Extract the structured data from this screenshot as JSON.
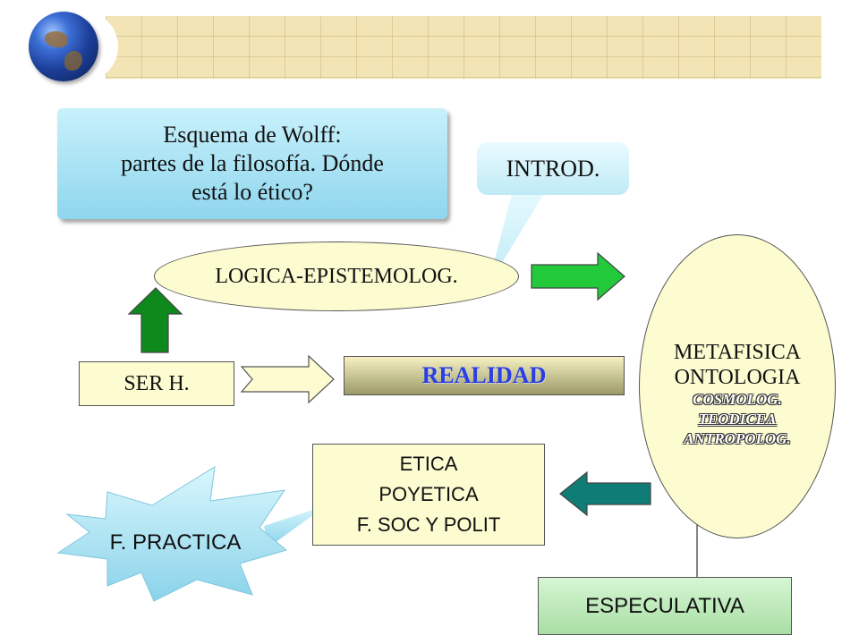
{
  "title": [
    "Esquema de Wolff:",
    "partes de la filosofía. Dónde",
    "está lo ético?"
  ],
  "introd": "INTROD.",
  "logica": "LOGICA-EPISTEMOLOG.",
  "metafisica": {
    "lines": [
      "METAFISICA",
      "ONTOLOGIA"
    ],
    "subs": [
      "COSMOLOG.",
      "TEODICEA",
      "ANTROPOLOG."
    ]
  },
  "ser": "SER H.",
  "realidad": "REALIDAD",
  "etica": [
    "ETICA",
    "POYETICA",
    "F. SOC Y POLIT"
  ],
  "especulativa": "ESPECULATIVA",
  "fpractica": "F. PRACTICA",
  "colors": {
    "green_arrow": "#22c93a",
    "up_arrow": "#0e8a1c",
    "teal_arrow": "#0f7d75",
    "realidad_text": "#2b3fe0"
  }
}
